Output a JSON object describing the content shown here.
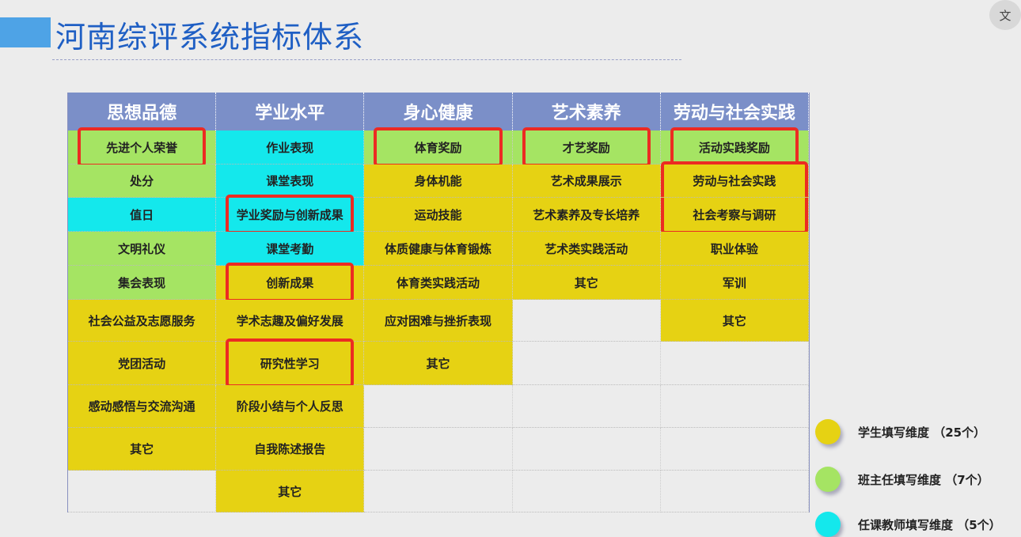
{
  "title": "河南综评系统指标体系",
  "translate_icon": "文",
  "colors": {
    "Y": "#e6d213",
    "G": "#a5e463",
    "C": "#14e8ec",
    "highlight": "#ec2b22"
  },
  "columns": [
    {
      "header": "思想品德",
      "cells": [
        [
          "先进个人荣誉",
          "G",
          "hl"
        ],
        [
          "处分",
          "G",
          ""
        ],
        [
          "值日",
          "C",
          ""
        ],
        [
          "文明礼仪",
          "G",
          ""
        ],
        [
          "集会表现",
          "G",
          ""
        ],
        [
          "社会公益及志愿服务",
          "Y",
          ""
        ],
        [
          "党团活动",
          "Y",
          ""
        ],
        [
          "感动感悟与交流沟通",
          "Y",
          ""
        ],
        [
          "其它",
          "Y",
          ""
        ],
        [
          "",
          "E",
          ""
        ]
      ]
    },
    {
      "header": "学业水平",
      "cells": [
        [
          "作业表现",
          "C",
          ""
        ],
        [
          "课堂表现",
          "C",
          ""
        ],
        [
          "学业奖励与创新成果",
          "C",
          "hl"
        ],
        [
          "课堂考勤",
          "C",
          ""
        ],
        [
          "创新成果",
          "Y",
          "hl"
        ],
        [
          "学术志趣及偏好发展",
          "Y",
          ""
        ],
        [
          "研究性学习",
          "Y",
          "hl"
        ],
        [
          "阶段小结与个人反思",
          "Y",
          ""
        ],
        [
          "自我陈述报告",
          "Y",
          ""
        ],
        [
          "其它",
          "Y",
          ""
        ]
      ]
    },
    {
      "header": "身心健康",
      "cells": [
        [
          "体育奖励",
          "G",
          "hl"
        ],
        [
          "身体机能",
          "Y",
          ""
        ],
        [
          "运动技能",
          "Y",
          ""
        ],
        [
          "体质健康与体育锻炼",
          "Y",
          ""
        ],
        [
          "体育类实践活动",
          "Y",
          ""
        ],
        [
          "应对困难与挫折表现",
          "Y",
          ""
        ],
        [
          "其它",
          "Y",
          ""
        ],
        [
          "",
          "E",
          ""
        ],
        [
          "",
          "E",
          ""
        ],
        [
          "",
          "E",
          ""
        ]
      ]
    },
    {
      "header": "艺术素养",
      "cells": [
        [
          "才艺奖励",
          "G",
          "hl"
        ],
        [
          "艺术成果展示",
          "Y",
          ""
        ],
        [
          "艺术素养及专长培养",
          "Y",
          ""
        ],
        [
          "艺术类实践活动",
          "Y",
          ""
        ],
        [
          "其它",
          "Y",
          ""
        ],
        [
          "",
          "E",
          ""
        ],
        [
          "",
          "E",
          ""
        ],
        [
          "",
          "E",
          ""
        ],
        [
          "",
          "E",
          ""
        ],
        [
          "",
          "E",
          ""
        ]
      ]
    },
    {
      "header": "劳动与社会实践",
      "cells": [
        [
          "活动实践奖励",
          "G",
          "hl"
        ],
        [
          "劳动与社会实践",
          "Y",
          "hlt"
        ],
        [
          "社会考察与调研",
          "Y",
          "hlb"
        ],
        [
          "职业体验",
          "Y",
          ""
        ],
        [
          "军训",
          "Y",
          ""
        ],
        [
          "其它",
          "Y",
          ""
        ],
        [
          "",
          "E",
          ""
        ],
        [
          "",
          "E",
          ""
        ],
        [
          "",
          "E",
          ""
        ],
        [
          "",
          "E",
          ""
        ]
      ]
    }
  ],
  "legend": [
    {
      "label": "学生填写维度 （25个）",
      "color": "#e6d213"
    },
    {
      "label": "班主任填写维度 （7个）",
      "color": "#a5e463"
    },
    {
      "label": "任课教师填写维度 （5个）",
      "color": "#14e8ec"
    }
  ]
}
